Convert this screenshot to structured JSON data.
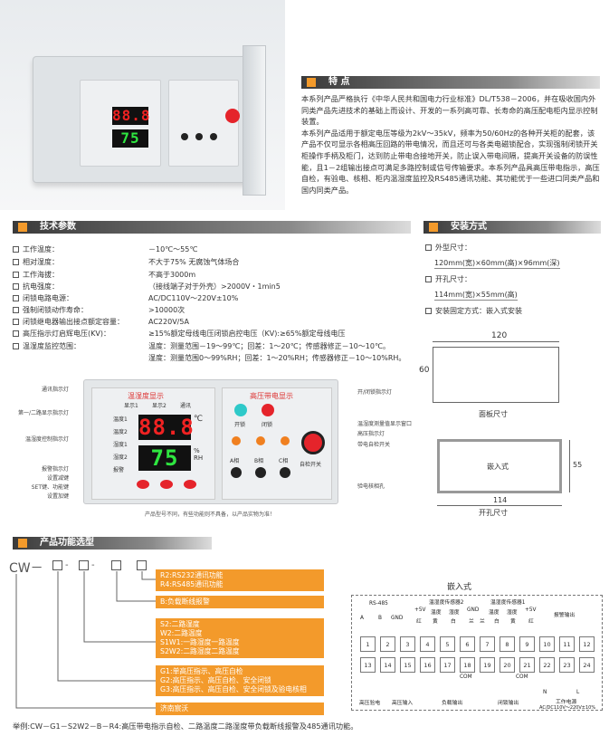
{
  "features": {
    "title": "特 点",
    "paragraphs": [
      "本系列产品严格执行《中华人民共和国电力行业标准》DL/T538－2006，并在吸收国内外同类产品先进技术的基础上而设计、开发的一系列高可靠、长寿命的高压配电柜内显示控制装置。",
      "本系列产品适用于额定电压等级为2kV～35kV，频率为50/60Hz的各种开关柜的配套，该产品不仅可显示各相高压回路的带电情况，而且还可与各类电磁锁配合，实现强制闭锁开关柜操作手柄及柜门，达到防止带电合接地开关，防止误入带电间隔，提高开关设备的防误性能，且1－2组输出接点可满足多路控制或信号传输要求。本系列产品具高压带电指示，高压自检，有验电、核相、柜内温湿度监控及RS485通讯功能、其功能优于一些进口同类产品和国内同类产品。"
    ]
  },
  "tech": {
    "title": "技术参数",
    "rows": [
      {
        "label": "工作温度：",
        "value": "－10℃～55℃"
      },
      {
        "label": "相对湿度：",
        "value": "不大于75%  无腐蚀气体场合"
      },
      {
        "label": "工作海拔：",
        "value": "不高于3000m"
      },
      {
        "label": "抗电强度：",
        "value": "（接线端子对于外壳）>2000V・1min5"
      },
      {
        "label": "闭锁电路电源：",
        "value": "AC/DC110V～220V±10%"
      },
      {
        "label": "强制闭锁动作寿命：",
        "value": ">10000次"
      },
      {
        "label": "闭锁继电器输出接点额定容量：",
        "value": "AC220V/5A"
      },
      {
        "label": "高压指示灯启辉电压(KV)：",
        "value": "≥15%额定母线电压闭锁启控电压（KV):≥65%额定母线电压"
      },
      {
        "label": "温湿度监控范围：",
        "value": "温度：测量范围－19～99℃；回差：1～20℃；传感器修正－10～10℃。"
      },
      {
        "label": "",
        "value": "湿度：测量范围0～99%RH；回差：1～20%RH；传感器修正－10～10%RH。"
      }
    ]
  },
  "install": {
    "title": "安装方式",
    "outer_label": "外型尺寸：",
    "outer_value": "120mm(宽)×60mm(高)×96mm(深)",
    "hole_label": "开孔尺寸：",
    "hole_value": "114mm(宽)×55mm(高)",
    "method_label": "安装固定方式：嵌入式安装",
    "panel_w": "120",
    "panel_h": "60",
    "panel_caption": "面板尺寸",
    "hole_inner": "嵌入式",
    "hole_w": "114",
    "hole_h": "55",
    "hole_caption": "开孔尺寸"
  },
  "device": {
    "th_title": "温湿度显示",
    "display1": "显示1",
    "display2": "显示2",
    "comm": "通讯",
    "temp1": "温度1",
    "temp2": "温度2",
    "hum1": "湿度1",
    "hum2": "湿度2",
    "alarm": "报警",
    "temp_value": "88.8",
    "hum_value": "75",
    "temp_unit": "℃",
    "hum_unit": "%\nRH",
    "hv_title": "高压带电显示",
    "open": "开锁",
    "close": "闭锁",
    "phase_a": "A相",
    "phase_b": "B相",
    "phase_c": "C相",
    "selftest": "自检开关",
    "note": "产品型号不同，有些功能则不具备，以产品实物为准！"
  },
  "callouts_left": [
    "通讯指示灯",
    "第一/二路显示指示灯",
    "温湿度控制指示灯",
    "报警指示灯",
    "设置减键",
    "SET键、功能键",
    "设置加键"
  ],
  "callouts_right": [
    "开/闭锁指示灯",
    "温湿度测量值显示窗口",
    "高压指示灯",
    "带电自检开关",
    "验电核相孔"
  ],
  "model": {
    "title": "产品功能选型",
    "prefix": "CW－",
    "options": [
      "R2:RS232通讯功能\nR4:RS485通讯功能",
      "B:负载断线报警",
      "S2:二路湿度\nW2:二路温度\nS1W1:一路湿度一路温度\nS2W2:二路湿度二路温度",
      "G1:单高压指示、高压自检\nG2:高压指示、高压自检、安全闭锁\nG3:高压指示、高压自检、安全闭锁及验电核相",
      "济南宸沃"
    ],
    "example": "举例:CW－G1－S2W2－B－R4:高压带电指示自检、二路温度二路湿度带负载断线报警及485通讯功能。"
  },
  "wiring": {
    "title": "嵌入式",
    "rs485": "RS-485",
    "a": "A",
    "b": "B",
    "gnd": "GND",
    "v5a": "+5V",
    "gnd2": "GND",
    "v5b": "+5V",
    "sensor2": "温湿度传感器2",
    "sensor1": "温湿度传感器1",
    "alarm_out": "报警输出",
    "temp": "温度",
    "hum": "湿度",
    "red": "红",
    "yellow": "黄",
    "white": "白",
    "blue": "兰",
    "top_terms": [
      "1",
      "2",
      "3",
      "4",
      "5",
      "6",
      "7",
      "8",
      "9",
      "10",
      "11",
      "12"
    ],
    "bot_terms": [
      "13",
      "14",
      "15",
      "16",
      "17",
      "18",
      "19",
      "20",
      "21",
      "22",
      "23",
      "24"
    ],
    "com": "COM",
    "n": "N",
    "l": "L",
    "hv_test": "高压验电",
    "hv_input": "高压输入",
    "load_out": "负载输出",
    "lock_out": "闭锁输出",
    "power": "工作电源",
    "power_spec": "AC/DC110V～220V±10%"
  }
}
